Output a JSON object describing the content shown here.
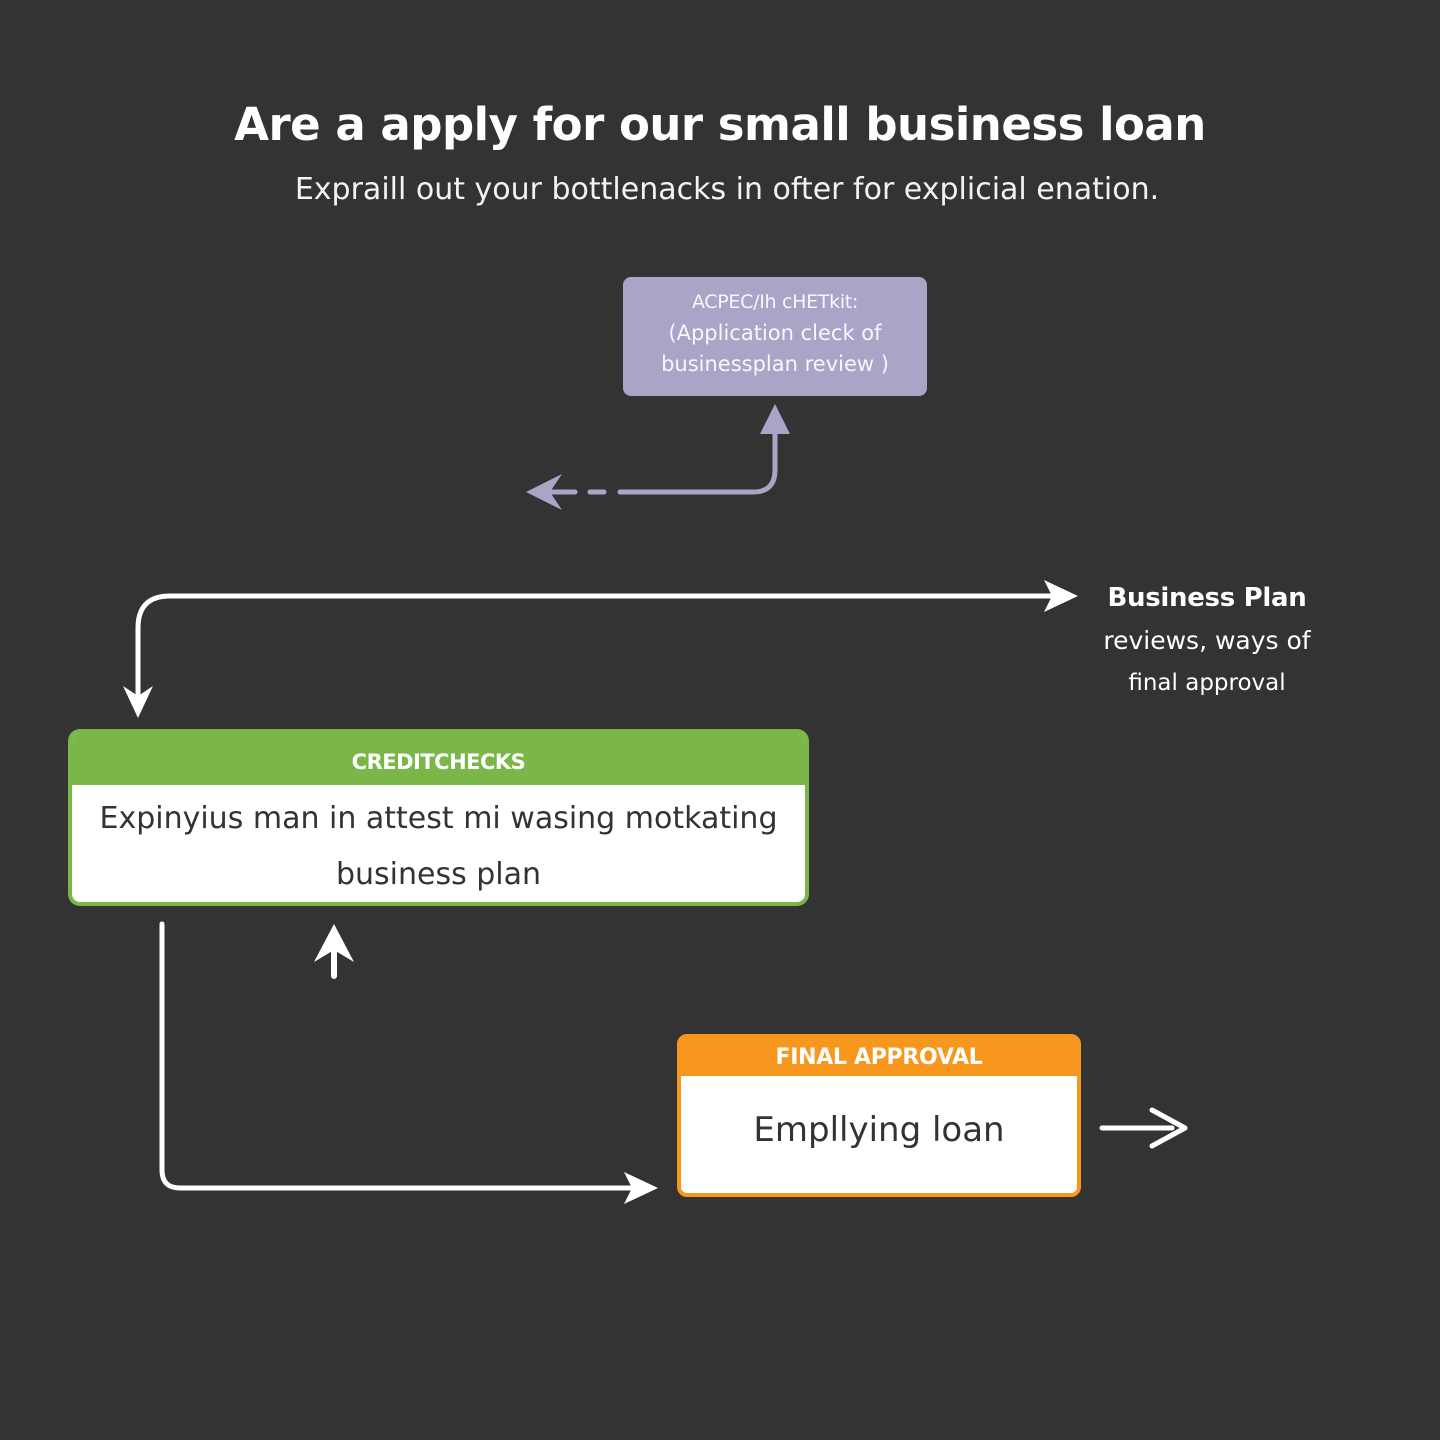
{
  "header": {
    "title": "Are a apply for our small business loan",
    "subtitle": "Expraill out your  bottlenacks in ofter for explicial enation."
  },
  "nodes": {
    "application_check": {
      "lines": [
        "ACPEC/Ih cHETkit:",
        "(Application cleck of",
        "businessplan review )"
      ],
      "color": "#aaa5c7"
    },
    "credit_checks": {
      "header": "CREDITCHECKS",
      "body_lines": [
        "Expinyius man in attest mi wasing motkating",
        "business plan"
      ],
      "color": "#7ab648"
    },
    "final_approval": {
      "header": "FINAL APPROVAL",
      "body": "Empllying loan",
      "color": "#f7971e"
    }
  },
  "side_note": {
    "title": "Business Plan",
    "lines": [
      "reviews, ways of",
      "final approval"
    ]
  },
  "colors": {
    "background": "#333333",
    "connector": "#ffffff",
    "connector_secondary": "#aaa5c7"
  }
}
